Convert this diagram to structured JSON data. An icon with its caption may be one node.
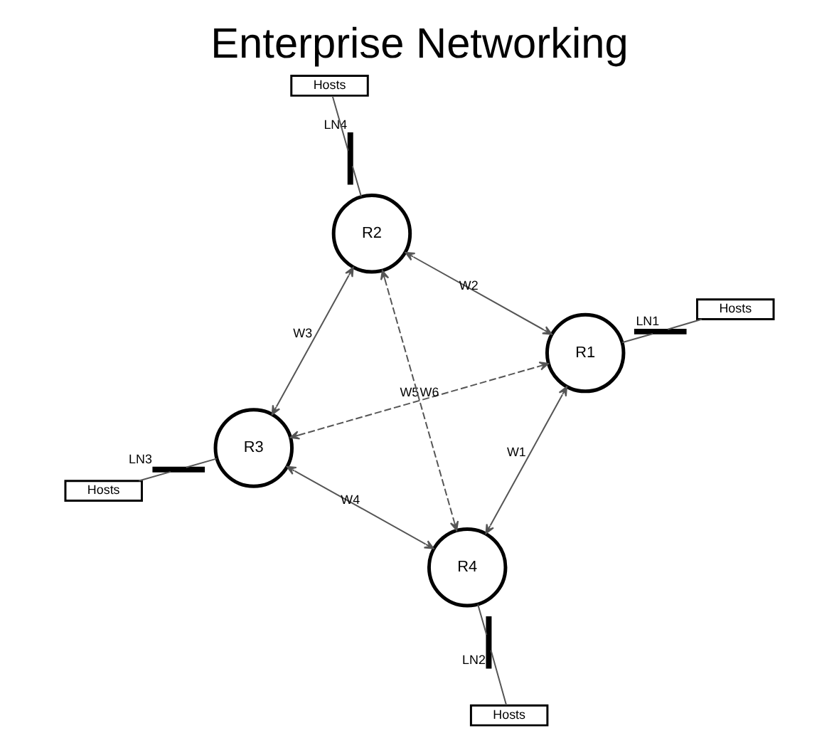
{
  "diagram": {
    "title": "Enterprise Networking",
    "nodes": [
      {
        "text": [
          "Hosts"
        ]
      },
      {
        "text": [],
        "shape": "bar",
        "beside": [
          "LN3"
        ]
      },
      {
        "text": [
          "R3"
        ]
      },
      {
        "text": [
          "Hosts"
        ]
      },
      {
        "text": [],
        "shape": "bar",
        "beside": [
          "LN4"
        ]
      },
      {
        "text": [
          "R2"
        ]
      },
      {
        "text": [
          "R4"
        ]
      },
      {
        "text": [],
        "shape": "bar",
        "beside": [
          "LN2"
        ]
      },
      {
        "text": [
          "Hosts"
        ]
      },
      {
        "text": [
          "R1"
        ]
      },
      {
        "text": [],
        "shape": "bar",
        "beside": [
          "LN1"
        ]
      },
      {
        "text": [
          "Hosts"
        ]
      }
    ],
    "edges": [
      {
        "from": 0,
        "to": 1,
        "arrow": "none"
      },
      {
        "from": 1,
        "to": 2,
        "arrow": "none"
      },
      {
        "from": 3,
        "to": 4,
        "arrow": "none"
      },
      {
        "from": 4,
        "to": 5,
        "arrow": "none"
      },
      {
        "from": 2,
        "to": 5,
        "arrow": "both",
        "label": "W3"
      },
      {
        "from": 2,
        "to": 6,
        "arrow": "both",
        "label": "W4"
      },
      {
        "from": 2,
        "to": 9,
        "arrow": "both",
        "label": "W5",
        "style": "dashed"
      },
      {
        "from": 5,
        "to": 6,
        "arrow": "both",
        "label": "W6",
        "style": "dashed"
      },
      {
        "from": 6,
        "to": 7,
        "arrow": "none"
      },
      {
        "from": 7,
        "to": 8,
        "arrow": "none"
      },
      {
        "from": 5,
        "to": 9,
        "arrow": "both",
        "label": "W2"
      },
      {
        "from": 6,
        "to": 9,
        "arrow": "both",
        "label": "W1"
      },
      {
        "from": 9,
        "to": 10,
        "arrow": "none"
      },
      {
        "from": 10,
        "to": 11,
        "arrow": "none"
      }
    ]
  }
}
